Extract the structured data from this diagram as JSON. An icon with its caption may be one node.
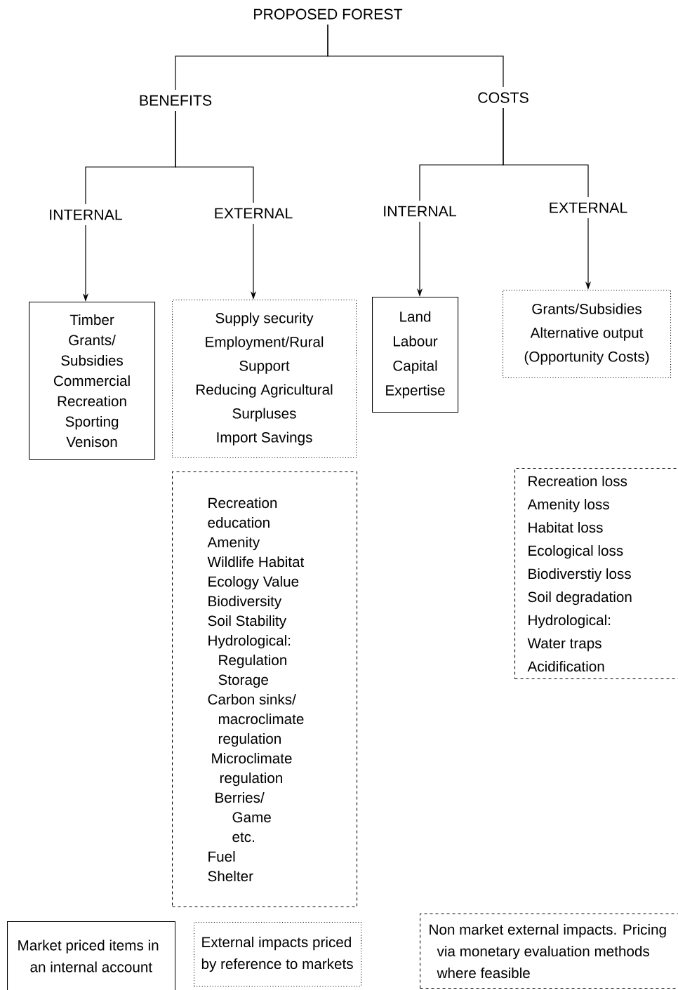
{
  "diagram": {
    "nodes": [
      {
        "text": [
          "PROPOSED FOREST"
        ]
      },
      {
        "text": [
          "BENEFITS"
        ]
      },
      {
        "text": [
          "COSTS"
        ]
      },
      {
        "text": [
          "INTERNAL"
        ]
      },
      {
        "text": [
          "EXTERNAL"
        ]
      },
      {
        "text": [
          "INTERNAL"
        ]
      },
      {
        "text": [
          "EXTERNAL"
        ]
      },
      {
        "text": [
          "Timber",
          "Grants/ Subsidies",
          "Commercial Recreation",
          "Sporting",
          "Venison"
        ]
      },
      {
        "text": [
          "Supply security",
          "Employment/Rural Support",
          "Reducing Agricultural Surpluses",
          "Import Savings"
        ]
      },
      {
        "text": [
          "Recreation",
          "education",
          "Amenity",
          "Wildlife Habitat",
          "Ecology Value",
          "Biodiversity",
          "Soil Stability",
          "Hydrological:",
          "Regulation",
          "Storage",
          "Carbon sinks/ macroclimate regulation",
          "Microclimate regulation",
          "Berries/ Game etc.",
          "Fuel",
          "Shelter"
        ]
      },
      {
        "text": [
          "Land",
          "Labour",
          "Capital",
          "Expertise"
        ]
      },
      {
        "text": [
          "Grants/Subsidies",
          "Alternative output",
          "(Opportunity Costs)"
        ]
      },
      {
        "text": [
          "Recreation loss",
          "Amenity loss",
          "Habitat loss",
          "Ecological loss",
          "Biodiverstiy loss",
          "Soil degradation",
          "Hydrological:",
          "Water traps",
          "Acidification"
        ]
      },
      {
        "text": [
          "Market priced items in an internal account"
        ]
      },
      {
        "text": [
          "External impacts priced by reference to markets"
        ]
      },
      {
        "text": [
          "Non market external impacts. Pricing via monetary evaluation methods where feasible"
        ]
      }
    ],
    "edges": [
      {
        "from": 0,
        "to": 1,
        "arrow": "none"
      },
      {
        "from": 0,
        "to": 2,
        "arrow": "none"
      },
      {
        "from": 1,
        "to": 3,
        "arrow": "none"
      },
      {
        "from": 1,
        "to": 4,
        "arrow": "none"
      },
      {
        "from": 2,
        "to": 5,
        "arrow": "none"
      },
      {
        "from": 2,
        "to": 6,
        "arrow": "none"
      },
      {
        "from": 3,
        "to": 7,
        "arrow": "to"
      },
      {
        "from": 4,
        "to": 8,
        "arrow": "to"
      },
      {
        "from": 5,
        "to": 10,
        "arrow": "to"
      },
      {
        "from": 6,
        "to": 11,
        "arrow": "to"
      }
    ]
  }
}
